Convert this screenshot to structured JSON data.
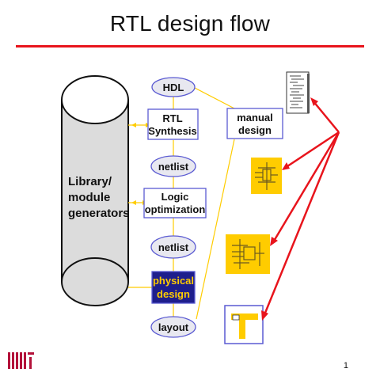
{
  "slide": {
    "title": "RTL design flow",
    "page_number": "1",
    "logo_text": "MIT"
  },
  "library": {
    "line1": "Library/",
    "line2": "module",
    "line3": "generators"
  },
  "flow": {
    "hdl": "HDL",
    "rtl_line1": "RTL",
    "rtl_line2": "Synthesis",
    "netlist1": "netlist",
    "logic_line1": "Logic",
    "logic_line2": "optimization",
    "netlist2": "netlist",
    "physical_line1": "physical",
    "physical_line2": "design",
    "layout": "layout"
  },
  "manual": {
    "line1": "manual",
    "line2": "design"
  },
  "colors": {
    "red": "#e8141c",
    "yellow": "#ffcc00",
    "box_border": "#5a5ad2",
    "physical_fill": "#1e1e8c",
    "node_fill": "#e8e8f0",
    "cylinder_fill": "#dcdcdc"
  },
  "icons": [
    "hdl-code-listing-icon",
    "gate-schematic-icon",
    "optimized-schematic-icon",
    "layout-icon"
  ]
}
